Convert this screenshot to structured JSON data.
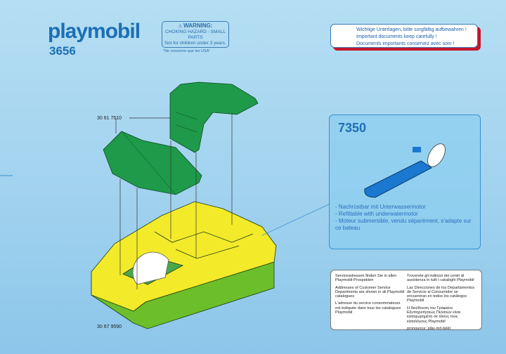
{
  "header": {
    "logo": "playmobil",
    "set_number": "3656"
  },
  "warning": {
    "title": "WARNING:",
    "line1": "CHOKING HAZARD - SMALL PARTS",
    "line2": "Not for children under 3 years.",
    "note": "\"Ne concerne que les USA\""
  },
  "keep_notice": [
    "Wichtige Unterlagen, bitte sorgfältig aufbewahren !",
    "Important documents keep carefully !",
    "Documents importants conservez avec soin !"
  ],
  "parts": {
    "seat": "30 61 7510",
    "hull": "30 67 9590"
  },
  "accessory": {
    "number": "7350",
    "lines": [
      "- Nachrüstbar mit Unterwassermotor",
      "- Refittable with underwatermotor",
      "- Moteur submersible, vendu séparément, s'adapte sur ce bateau"
    ]
  },
  "service": {
    "left": [
      "Serviceadressen finden Sie in allen Playmobil-Prospekten",
      "Addresses of Customer Service Departments are shown in all Playmobil catalogues",
      "L'adresse du service consommateurs est indiquée dans tous les catalogues Playmobil"
    ],
    "right": [
      "Troverete gli indirizzi dei centri di assistenza in tutti i cataloghi Playmobil",
      "Las Direcciones de los Departamentos de Servicio al Consumidor se encuentran en todos los catálogos Playmobil",
      "Η διεύθυνση του Γραφείου Εξυπηρετήσεως Πελατών είναι καταχωρημένη σε όλους τους καταλόγους Playmobil",
      "pronounce: plāy-mō-bēēl"
    ]
  },
  "colors": {
    "brand": "#1c6fb4",
    "seat": "#1e9a4a",
    "hull_top": "#f3ea2a",
    "hull_bottom": "#6cbf2a",
    "shadow": "#c4162a"
  }
}
